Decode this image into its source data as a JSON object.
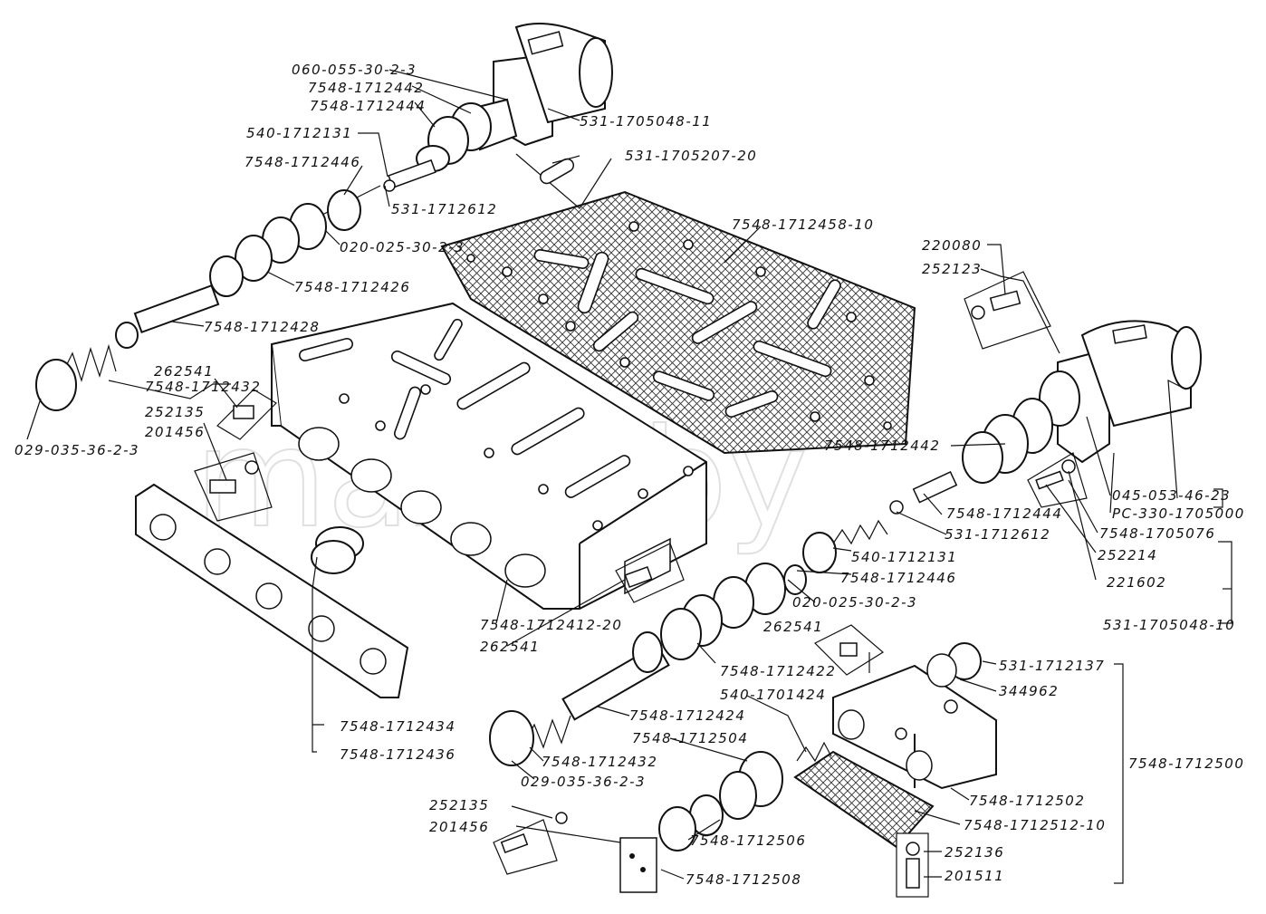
{
  "watermark": "mazik.by",
  "labels": {
    "l01": "060-055-30-2-3",
    "l02": "7548-1712442",
    "l03": "7548-1712444",
    "l04": "540-1712131",
    "l05": "7548-1712446",
    "l06": "531-1712612",
    "l07": "020-025-30-2-3",
    "l08": "7548-1712426",
    "l09": "7548-1712428",
    "l10": "262541",
    "l11": "7548-1712432",
    "l12": "252135",
    "l13": "201456",
    "l14": "029-035-36-2-3",
    "l15": "531-1705048-11",
    "l16": "531-1705207-20",
    "l17": "7548-1712458-10",
    "l18": "220080",
    "l19": "252123",
    "l20": "7548-1712442",
    "l21": "7548-1712444",
    "l22": "531-1712612",
    "l23": "540-1712131",
    "l24": "7548-1712446",
    "l25": "020-025-30-2-3",
    "l26": "045-053-46-23",
    "l27": "PC-330-1705000",
    "l28": "7548-1705076",
    "l29": "252214",
    "l30": "221602",
    "l31": "531-1705048-10",
    "l32": "7548-1712412-20",
    "l33": "262541",
    "l34": "262541",
    "l35": "7548-1712422",
    "l36": "540-1701424",
    "l37": "7548-1712424",
    "l38": "7548-1712504",
    "l39": "7548-1712432",
    "l40": "029-035-36-2-3",
    "l41": "7548-1712434",
    "l42": "7548-1712436",
    "l43": "531-1712137",
    "l44": "344962",
    "l45": "7548-1712500",
    "l46": "7548-1712502",
    "l47": "7548-1712512-10",
    "l48": "252136",
    "l49": "201511",
    "l50": "7548-1712506",
    "l51": "7548-1712508",
    "l52": "252135",
    "l53": "201456"
  }
}
